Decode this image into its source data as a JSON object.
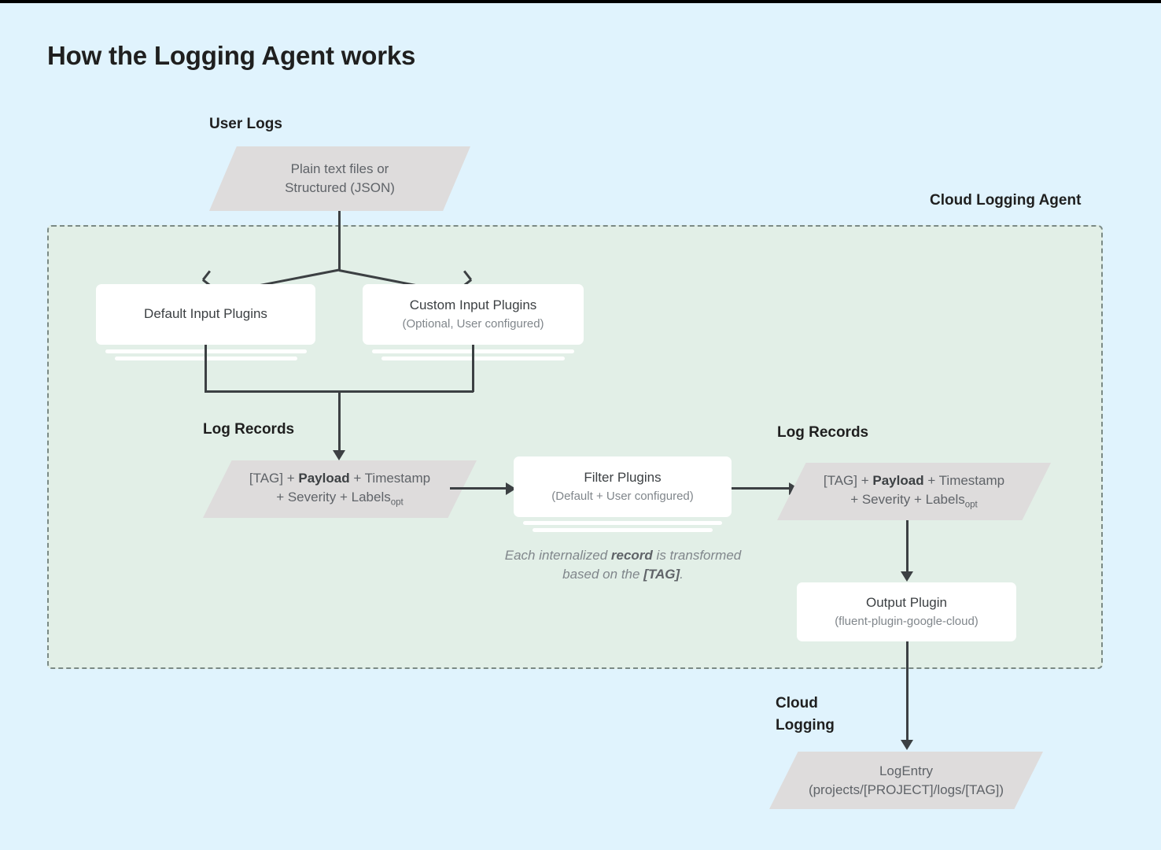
{
  "page": {
    "title": "How the Logging Agent works",
    "background_color": "#e0f3fd",
    "agent_background_color": "#e2efe7",
    "node_fill_color": "#dedcdc",
    "card_fill_color": "#ffffff",
    "connector_color": "#3c4043"
  },
  "labels": {
    "user_logs": "User Logs",
    "cloud_logging_agent": "Cloud Logging Agent",
    "log_records_left": "Log Records",
    "log_records_right": "Log Records",
    "cloud_logging": "Cloud\nLogging"
  },
  "nodes": {
    "user_logs_source": {
      "line1": "Plain text files or",
      "line2": "Structured (JSON)"
    },
    "default_input_plugins": {
      "title": "Default Input Plugins",
      "subtitle": ""
    },
    "custom_input_plugins": {
      "title": "Custom Input Plugins",
      "subtitle": "(Optional, User configured)"
    },
    "log_record_left": {
      "tag": "[TAG]",
      "plus1": " + ",
      "payload": "Payload",
      "rest1": " + Timestamp",
      "line2_pre": "+ Severity + Labels",
      "line2_sub": "opt"
    },
    "filter_plugins": {
      "title": "Filter Plugins",
      "subtitle": "(Default + User configured)"
    },
    "log_record_right": {
      "tag": "[TAG]",
      "plus1": " + ",
      "payload": "Payload",
      "rest1": " + Timestamp",
      "line2_pre": "+ Severity + Labels",
      "line2_sub": "opt"
    },
    "output_plugin": {
      "title": "Output Plugin",
      "subtitle": "(fluent-plugin-google-cloud)"
    },
    "log_entry": {
      "title": "LogEntry",
      "subtitle": "(projects/[PROJECT]/logs/[TAG])"
    }
  },
  "annotations": {
    "transform_note_pre": "Each internalized ",
    "transform_note_bold1": "record",
    "transform_note_mid": " is transformed based on the ",
    "transform_note_bold2": "[TAG]",
    "transform_note_end": "."
  }
}
